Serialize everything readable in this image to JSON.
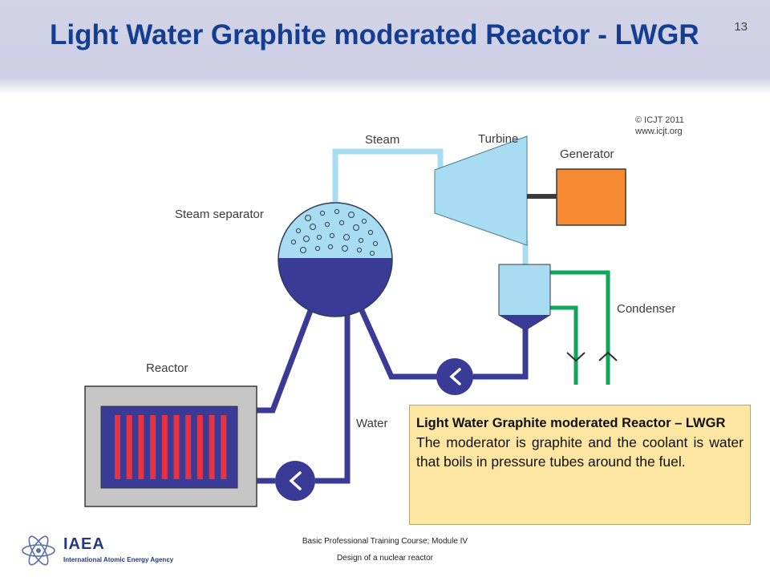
{
  "slide": {
    "title": "Light Water Graphite moderated Reactor - LWGR",
    "page_number": "13"
  },
  "diagram": {
    "labels": {
      "steam": "Steam",
      "turbine": "Turbine",
      "generator": "Generator",
      "steam_separator": "Steam separator",
      "condenser": "Condenser",
      "reactor": "Reactor",
      "water": "Water"
    },
    "copyright": [
      "© ICJT 2011",
      "www.icjt.org"
    ],
    "colors": {
      "steam": "#a8dcf2",
      "water": "#3a3b96",
      "cooling": "#0ea659",
      "generator": "#f58a33",
      "reactor_casing": "#c6c6c6",
      "fuel": "#e8323f"
    }
  },
  "infobox": {
    "title": "Light Water Graphite moderated Reactor – LWGR",
    "text": "The moderator is graphite and the coolant is water that boils in pressure tubes around the fuel."
  },
  "footer": {
    "course": "Basic Professional Training Course; Module IV",
    "topic": "Design of a nuclear reactor",
    "logo_name": "IAEA",
    "logo_subtitle": "International Atomic Energy Agency"
  }
}
